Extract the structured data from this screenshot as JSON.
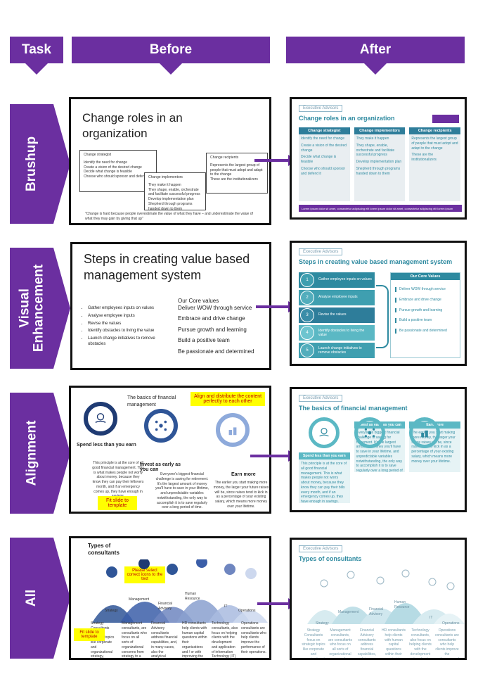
{
  "headers": {
    "task": "Task",
    "before": "Before",
    "after": "After"
  },
  "colors": {
    "purple": "#6b2fa0",
    "teal": "#2e8aa0",
    "teal_light": "#5bb8c4",
    "navy": "#1f3b73"
  },
  "rows": [
    {
      "label": "Brushup",
      "before": {
        "title": "Change roles in an organization",
        "box1": {
          "head": "Change strategist",
          "lines": [
            "Identify the need for change",
            "Create a vision of the desired change",
            "Decide what change is feasible",
            "Choose who should sponsor and defend it"
          ]
        },
        "box2": {
          "head": "Change implementors",
          "lines": [
            "They make it happen",
            "They shape, enable, orchestrate and facilitate successful progress",
            "Develop implementation plan",
            "Shepherd through programs handed down to them"
          ]
        },
        "box3": {
          "head": "Change recipients",
          "lines": [
            "Represents the largest group of people that must adopt and adapt to the change",
            "These are the institutionalizers"
          ]
        },
        "quote": "\"Change is hard because people overestimate the value of what they have – and underestimate the value of what they may gain by giving that up\""
      },
      "after": {
        "tag": "Executive Advisors",
        "title": "Change roles in an organization",
        "columns": [
          {
            "head": "Change strategist",
            "lines": [
              "Identify the need for change",
              "Create a vision of the desired change",
              "Decide what change is feasible",
              "Choose who should sponsor and defend it"
            ]
          },
          {
            "head": "Change implementors",
            "lines": [
              "They make it happen",
              "They shape, enable, orchestrate and facilitate successful progress",
              "Develop implementation plan",
              "Shepherd through programs handed down to them"
            ]
          },
          {
            "head": "Change recipients",
            "lines": [
              "Represents the largest group of people that must adopt and adapt to the change",
              "These are the institutionalizers"
            ]
          }
        ],
        "footer": "Lorem ipsum dolor sit amet, consectetur adipiscing elit lorem ipsum dolor sit amet, consectetur adipiscing elit lorem ipsum"
      }
    },
    {
      "label": "Visual Enhancement",
      "before": {
        "title": "Steps in creating value based management system",
        "steps": [
          "Gather employees inputs on values",
          "Analyse employee inputs",
          "Revise the values",
          "Identify obstacles to living the value",
          "Launch change initiatives to remove obstacles"
        ],
        "values_head": "Our Core values",
        "values": [
          "Deliver WOW through service",
          "Embrace and drive change",
          "Pursue growth and learning",
          "Build a positive team",
          "Be passionate and determined"
        ]
      },
      "after": {
        "tag": "Executive Advisors",
        "title": "Steps in creating value based management system",
        "steps": [
          {
            "num": "1",
            "text": "Gather employee inputs on values"
          },
          {
            "num": "2",
            "text": "Analyse employee inputs"
          },
          {
            "num": "3",
            "text": "Revise the values"
          },
          {
            "num": "4",
            "text": "Identify obstacles to living the value"
          },
          {
            "num": "5",
            "text": "Launch change initiatives to remove obstacles"
          }
        ],
        "values_head": "Our Core Values",
        "values": [
          "Deliver WOW through service",
          "Embrace and drive change",
          "Pursue growth and learning",
          "Build a positive team",
          "Be passionate and determined"
        ]
      }
    },
    {
      "label": "Alignment",
      "before": {
        "title": "The basics of financial management",
        "callout": "Align and distribute the content perfectly to each other",
        "c1_head": "Spend less than you earn",
        "c1_text": "This principle is at the core of all good financial management. This is what makes people not worry about money, because they know they can pay their leftovers month, and if an emergency comes up, they have enough in savings.",
        "c2_head": "Invest as early as you can",
        "c2_text": "Everyone's biggest financial challenge is saving for retirement. It's the largest amount of money you'll have to save in your lifetime, and unpredictable variables notwithstanding, the only way to accomplish it is to save regularly over a long period of time.",
        "c3_head": "Earn more",
        "c3_text": "The earlier you start making more money, the larger your future raises will be, since raises tend to kick in as a percentage of your existing salary, which means more money over your lifetime.",
        "fit": "Fit slide to template"
      },
      "after": {
        "tag": "Executive Advisors",
        "title": "The basics of financial management",
        "cards": [
          {
            "head": "Spend less than you earn",
            "text": "This principle is at the core of all good financial management. This is what makes people not worry about money, because they know they can pay their bills every month, and if an emergency comes up, they have enough in savings."
          },
          {
            "head": "Invest as early as you can",
            "text": "Everyone's biggest financial challenge is saving for retirement. It's the largest amount of money you'll have to save in your lifetime, and unpredictable variables notwithstanding, the only way to accomplish it is to save regularly over a long period of time."
          },
          {
            "head": "Earn more",
            "text": "The earlier you start making more money, the larger your future raises will be, since raises tend to kick in as a percentage of your existing salary, which means more money over your lifetime."
          }
        ]
      }
    },
    {
      "label": "All",
      "before": {
        "title": "Types of consultants",
        "callout": "Please select correct icons to the text",
        "fit": "Fit slide to template",
        "hills": [
          "Strategy",
          "Management",
          "Financial Advisory",
          "Human Resource",
          "IT",
          "Operations"
        ],
        "texts": [
          "Strategy Consultants focus on strategic topics like corporate and organizational strategy, economic policy, government policy, and functional strategy.",
          "Management consultants, are consultants who focus on all sorts of organizational concerns from strategy to a variety of elements within management.",
          "Financial Advisory consultants address financial capabilities, and, in many cases, also the analytical capabilities within an organization.",
          "HR consultants help clients with human capital questions within their organizations and / or with improving the performance of the HR department.",
          "Technology consultants, also focus on helping clients with the development and application of information Technology (IT) within their organization.",
          "Operations consultants are consultants who help clients improve the performance of their operations."
        ]
      },
      "after": {
        "tag": "Executive Advisors",
        "title": "Types of consultants",
        "hills": [
          "Strategy",
          "Management",
          "Financial Advisory",
          "Human Resource",
          "IT",
          "Operations"
        ]
      }
    }
  ]
}
